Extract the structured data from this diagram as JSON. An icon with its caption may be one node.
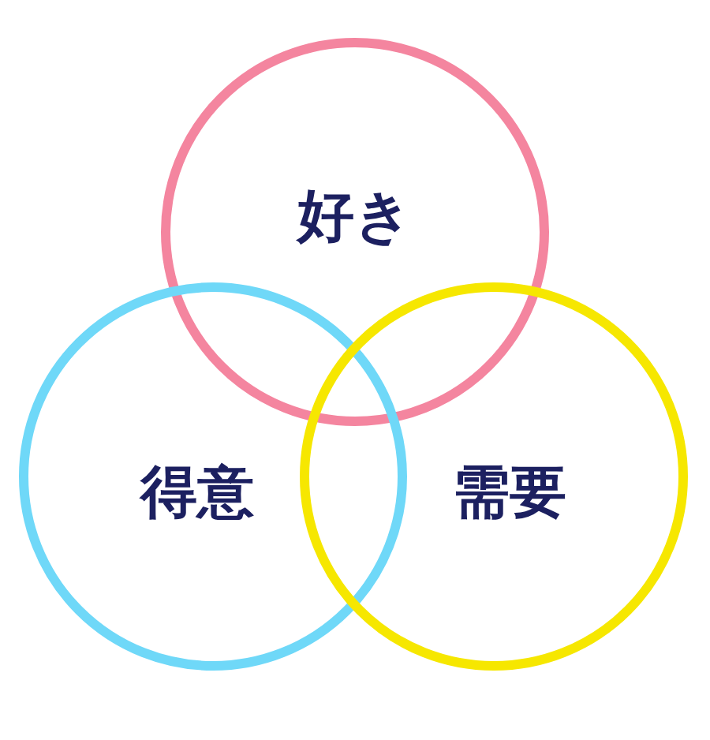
{
  "diagram": {
    "nodes": [
      {
        "text": [
          "好き"
        ]
      },
      {
        "text": [
          "得意"
        ]
      },
      {
        "text": [
          "需要"
        ]
      }
    ]
  }
}
